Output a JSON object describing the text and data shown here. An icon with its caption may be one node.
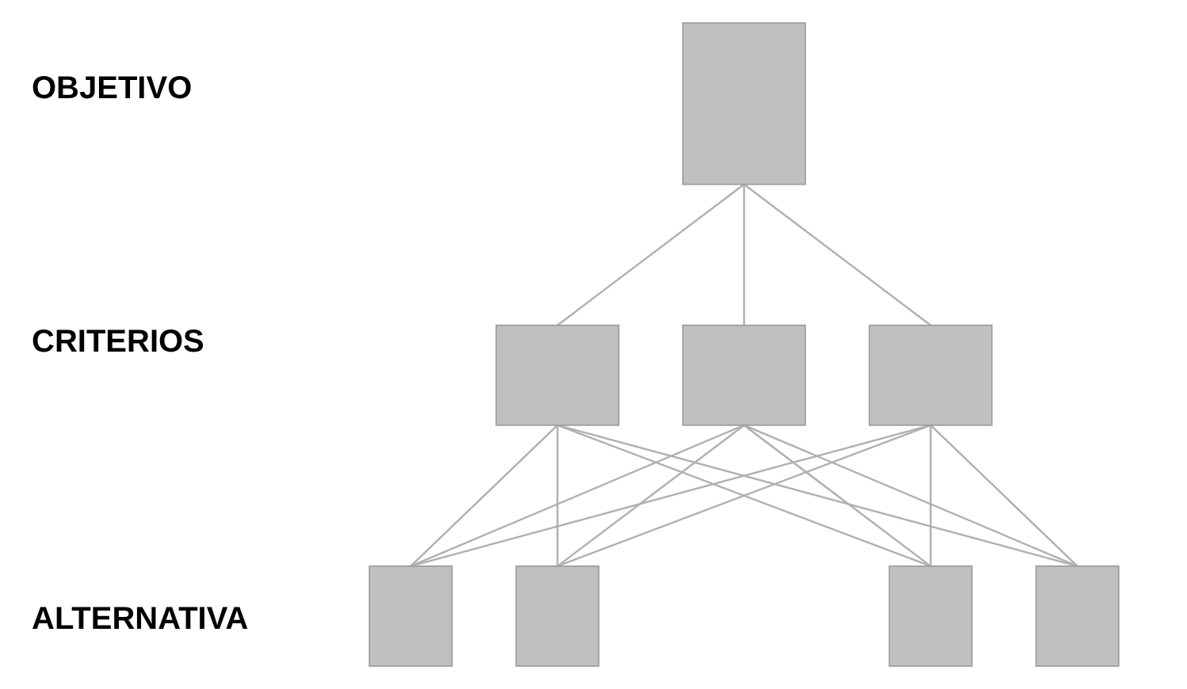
{
  "diagram": {
    "nodes": [
      {
        "text": [],
        "shape": "box"
      },
      {
        "text": [],
        "shape": "box"
      },
      {
        "text": [],
        "shape": "box"
      },
      {
        "text": [],
        "shape": "box"
      },
      {
        "text": [],
        "shape": "box"
      },
      {
        "text": [],
        "shape": "box"
      },
      {
        "text": [],
        "shape": "box"
      },
      {
        "text": [],
        "shape": "box"
      }
    ],
    "edges": [
      {
        "from": 0,
        "to": 1,
        "arrow": "none"
      },
      {
        "from": 0,
        "to": 2,
        "arrow": "none"
      },
      {
        "from": 0,
        "to": 3,
        "arrow": "none"
      },
      {
        "from": 1,
        "to": 4,
        "arrow": "none"
      },
      {
        "from": 1,
        "to": 5,
        "arrow": "none"
      },
      {
        "from": 1,
        "to": 6,
        "arrow": "none"
      },
      {
        "from": 1,
        "to": 7,
        "arrow": "none"
      },
      {
        "from": 2,
        "to": 4,
        "arrow": "none"
      },
      {
        "from": 2,
        "to": 5,
        "arrow": "none"
      },
      {
        "from": 2,
        "to": 6,
        "arrow": "none"
      },
      {
        "from": 2,
        "to": 7,
        "arrow": "none"
      },
      {
        "from": 3,
        "to": 4,
        "arrow": "none"
      },
      {
        "from": 3,
        "to": 5,
        "arrow": "none"
      },
      {
        "from": 3,
        "to": 6,
        "arrow": "none"
      },
      {
        "from": 3,
        "to": 7,
        "arrow": "none"
      }
    ],
    "labels": [
      "OBJETIVO",
      "CRITERIOS",
      "ALTERNATIVA"
    ]
  }
}
